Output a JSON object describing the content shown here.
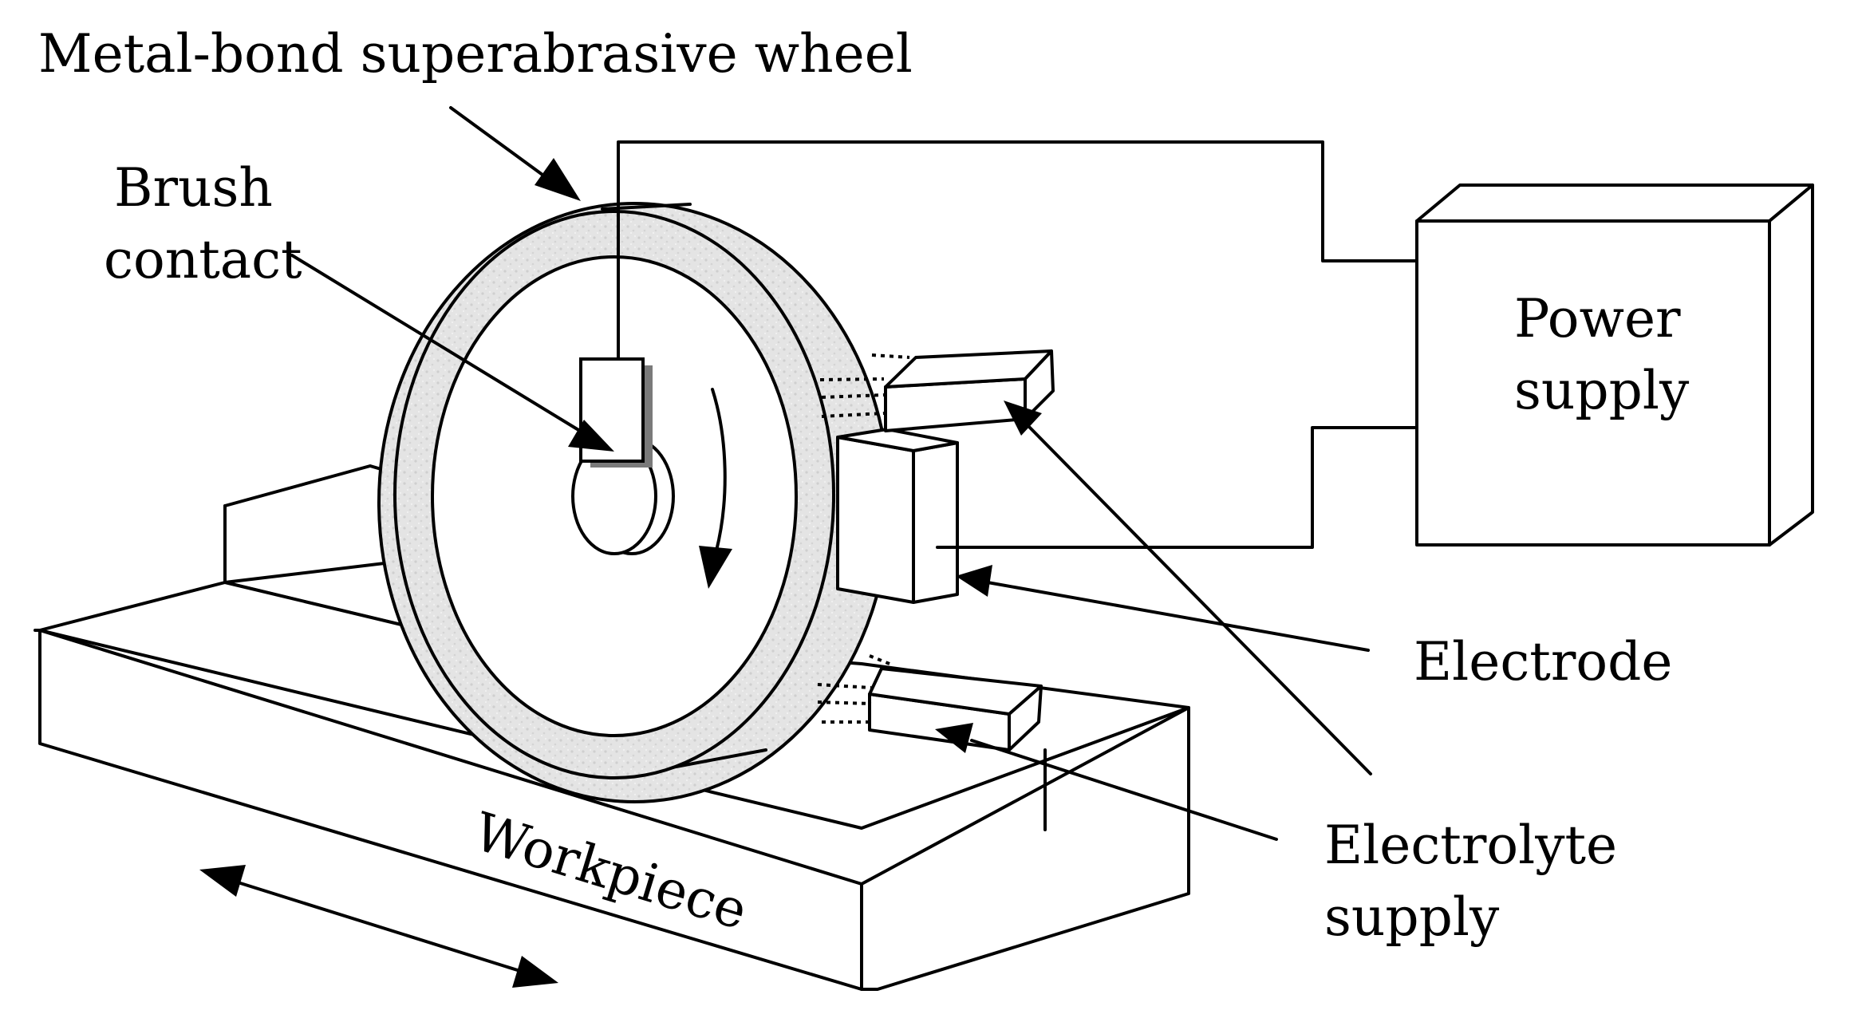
{
  "labels": {
    "wheel": "Metal-bond superabrasive wheel",
    "brush_line1": "Brush",
    "brush_line2": "contact",
    "power_line1": "Power",
    "power_line2": "supply",
    "electrode": "Electrode",
    "electrolyte_line1": "Electrolyte",
    "electrolyte_line2": "supply",
    "workpiece": "Workpiece"
  },
  "colors": {
    "line": "#000000",
    "background": "#ffffff",
    "wheel_rim": "#e6e6e6"
  }
}
